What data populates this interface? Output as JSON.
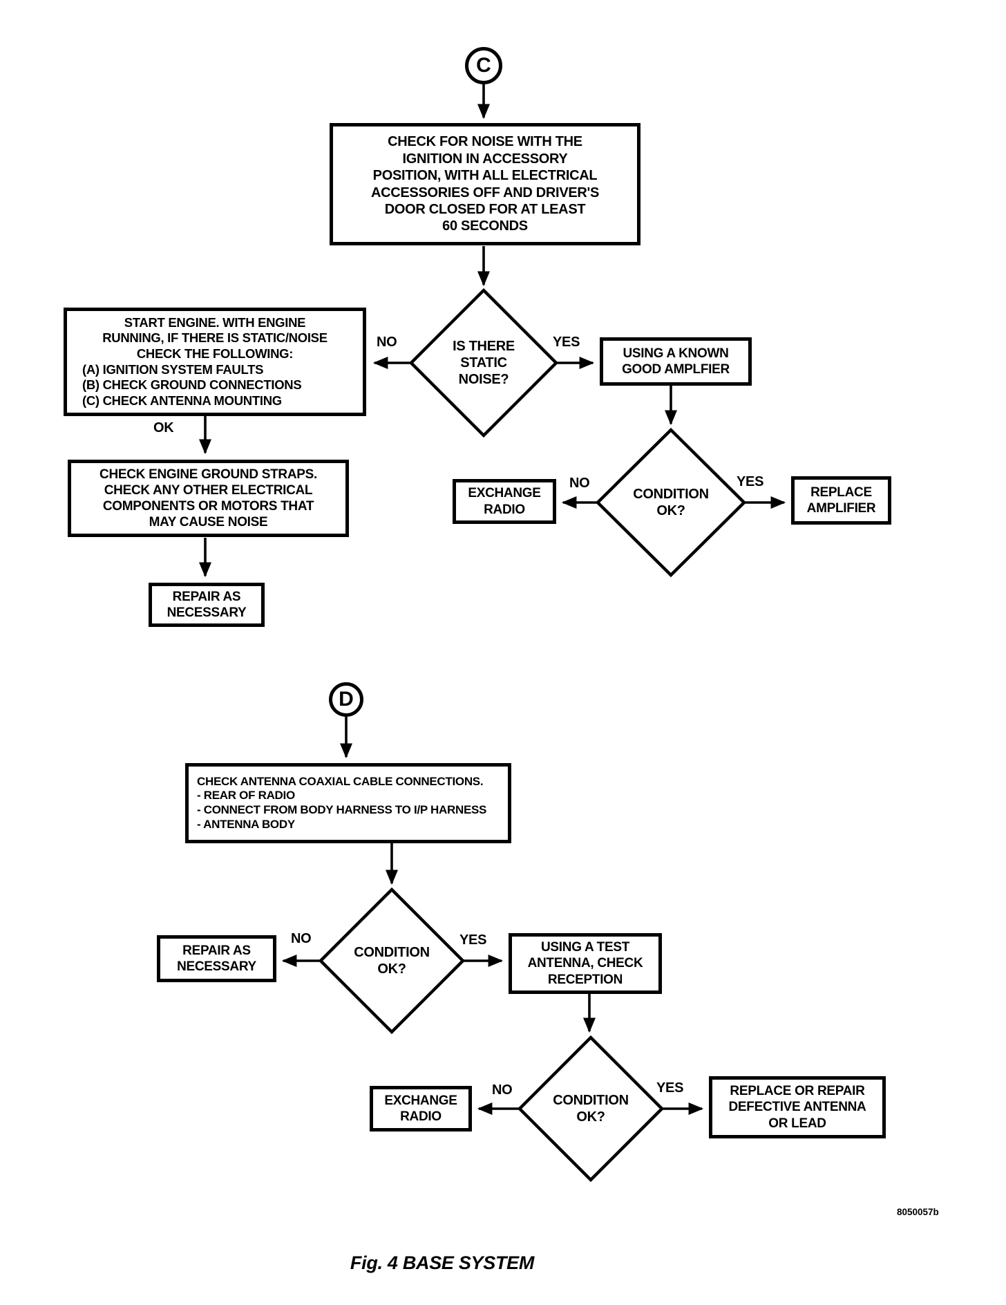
{
  "figure": {
    "caption": "Fig. 4 BASE SYSTEM",
    "drawing_code": "8050057b"
  },
  "connectors": {
    "c": "C",
    "d": "D"
  },
  "nodes": {
    "check_noise": "CHECK FOR NOISE WITH THE\nIGNITION IN ACCESSORY\nPOSITION, WITH ALL ELECTRICAL\nACCESSORIES OFF AND DRIVER'S\nDOOR CLOSED FOR AT LEAST\n60 SECONDS",
    "is_there_static_noise": "IS THERE\nSTATIC\nNOISE?",
    "start_engine_header": "START ENGINE.  WITH ENGINE\nRUNNING, IF THERE IS STATIC/NOISE\nCHECK THE FOLLOWING:",
    "start_engine_items": "(A) IGNITION SYSTEM FAULTS\n(B) CHECK GROUND CONNECTIONS\n(C) CHECK ANTENNA MOUNTING",
    "check_ground_straps": "CHECK ENGINE GROUND STRAPS.\nCHECK ANY OTHER ELECTRICAL\nCOMPONENTS OR MOTORS THAT\nMAY CAUSE NOISE",
    "repair_as_necessary_1": "REPAIR AS\nNECESSARY",
    "using_known_amplifier": "USING A KNOWN\nGOOD AMPLFIER",
    "condition_ok_1": "CONDITION\nOK?",
    "exchange_radio_1": "EXCHANGE\nRADIO",
    "replace_amplifier": "REPLACE\nAMPLIFIER",
    "check_antenna_coax": "CHECK ANTENNA COAXIAL CABLE CONNECTIONS.\n- REAR OF RADIO\n- CONNECT FROM BODY HARNESS TO I/P HARNESS\n- ANTENNA BODY",
    "condition_ok_2": "CONDITION\nOK?",
    "repair_as_necessary_2": "REPAIR AS\nNECESSARY",
    "using_test_antenna": "USING A TEST\nANTENNA, CHECK\nRECEPTION",
    "condition_ok_3": "CONDITION\nOK?",
    "exchange_radio_2": "EXCHANGE\nRADIO",
    "replace_or_repair_antenna": "REPLACE OR REPAIR\nDEFECTIVE ANTENNA\nOR LEAD"
  },
  "edge_labels": {
    "ok": "OK",
    "d1_no": "NO",
    "d1_yes": "YES",
    "d2_no": "NO",
    "d2_yes": "YES",
    "d3_no": "NO",
    "d3_yes": "YES",
    "d4_no": "NO",
    "d4_yes": "YES"
  }
}
